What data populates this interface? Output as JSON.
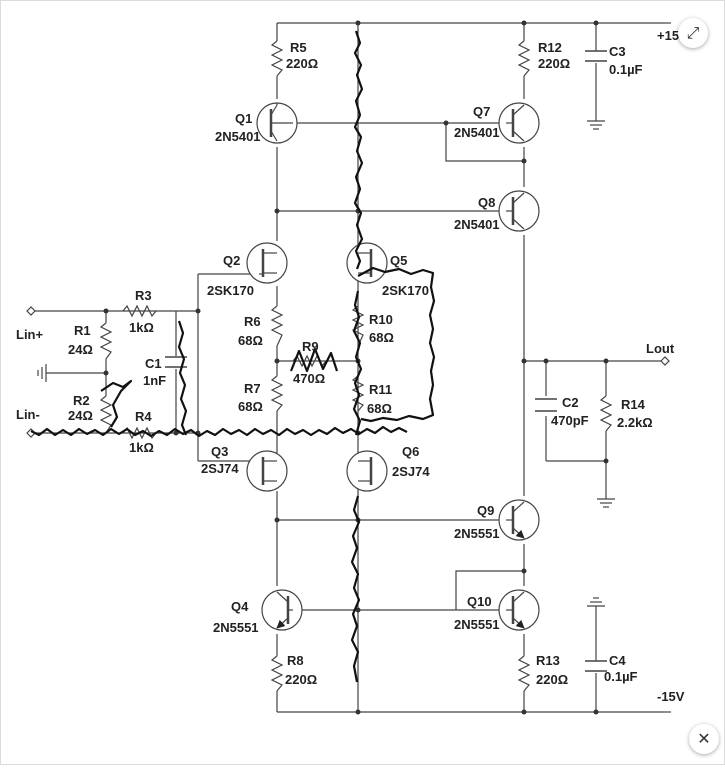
{
  "viewer": {
    "expand_glyph": "⤢",
    "close_glyph": "✕"
  },
  "labels": {
    "plus15": "+15",
    "minus15": "-15V",
    "lout": "Lout",
    "lin_plus": "Lin+",
    "lin_minus": "Lin-",
    "q1": "Q1",
    "q1_part": "2N5401",
    "q2": "Q2",
    "q2_part": "2SK170",
    "q3": "Q3",
    "q3_part": "2SJ74",
    "q4": "Q4",
    "q4_part": "2N5551",
    "q5": "Q5",
    "q5_part": "2SK170",
    "q6": "Q6",
    "q6_part": "2SJ74",
    "q7": "Q7",
    "q7_part": "2N5401",
    "q8": "Q8",
    "q8_part": "2N5401",
    "q9": "Q9",
    "q9_part": "2N5551",
    "q10": "Q10",
    "q10_part": "2N5551",
    "r1": "R1",
    "r1_val": "24Ω",
    "r2": "R2",
    "r2_val": "24Ω",
    "r3": "R3",
    "r3_val": "1kΩ",
    "r4": "R4",
    "r4_val": "1kΩ",
    "r5": "R5",
    "r5_val": "220Ω",
    "r6": "R6",
    "r6_val": "68Ω",
    "r7": "R7",
    "r7_val": "68Ω",
    "r8": "R8",
    "r8_val": "220Ω",
    "r9": "R9",
    "r9_val": "470Ω",
    "r10": "R10",
    "r10_val": "68Ω",
    "r11": "R11",
    "r11_val": "68Ω",
    "r12": "R12",
    "r12_val": "220Ω",
    "r13": "R13",
    "r13_val": "220Ω",
    "r14": "R14",
    "r14_val": "2.2kΩ",
    "c1": "C1",
    "c1_val": "1nF",
    "c2": "C2",
    "c2_val": "470pF",
    "c3": "C3",
    "c3_val": "0.1µF",
    "c4": "C4",
    "c4_val": "0.1µF"
  }
}
